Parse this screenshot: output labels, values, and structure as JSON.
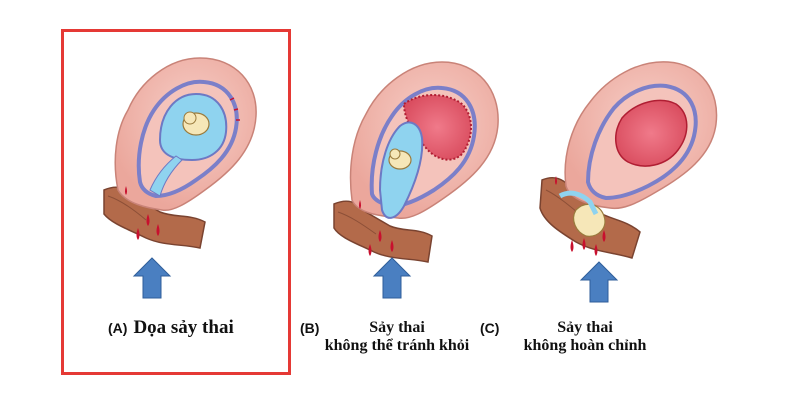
{
  "panels": [
    {
      "letter": "(A)",
      "title": "Dọa sảy thai",
      "highlighted": true
    },
    {
      "letter": "(B)",
      "title_line1": "Sảy thai",
      "title_line2": "không thể tránh khỏi"
    },
    {
      "letter": "(C)",
      "title_line1": "Sảy thai",
      "title_line2": "không hoàn chỉnh"
    }
  ],
  "colors": {
    "highlight_border": "#e53935",
    "arrow": "#4a7fc1",
    "uterus_wall": "#f2b7ae",
    "lining": "#7b7fc9",
    "amniotic_sac": "#8fd3ef",
    "blood": "#c8102e",
    "cervix_tissue": "#b36a4a"
  }
}
